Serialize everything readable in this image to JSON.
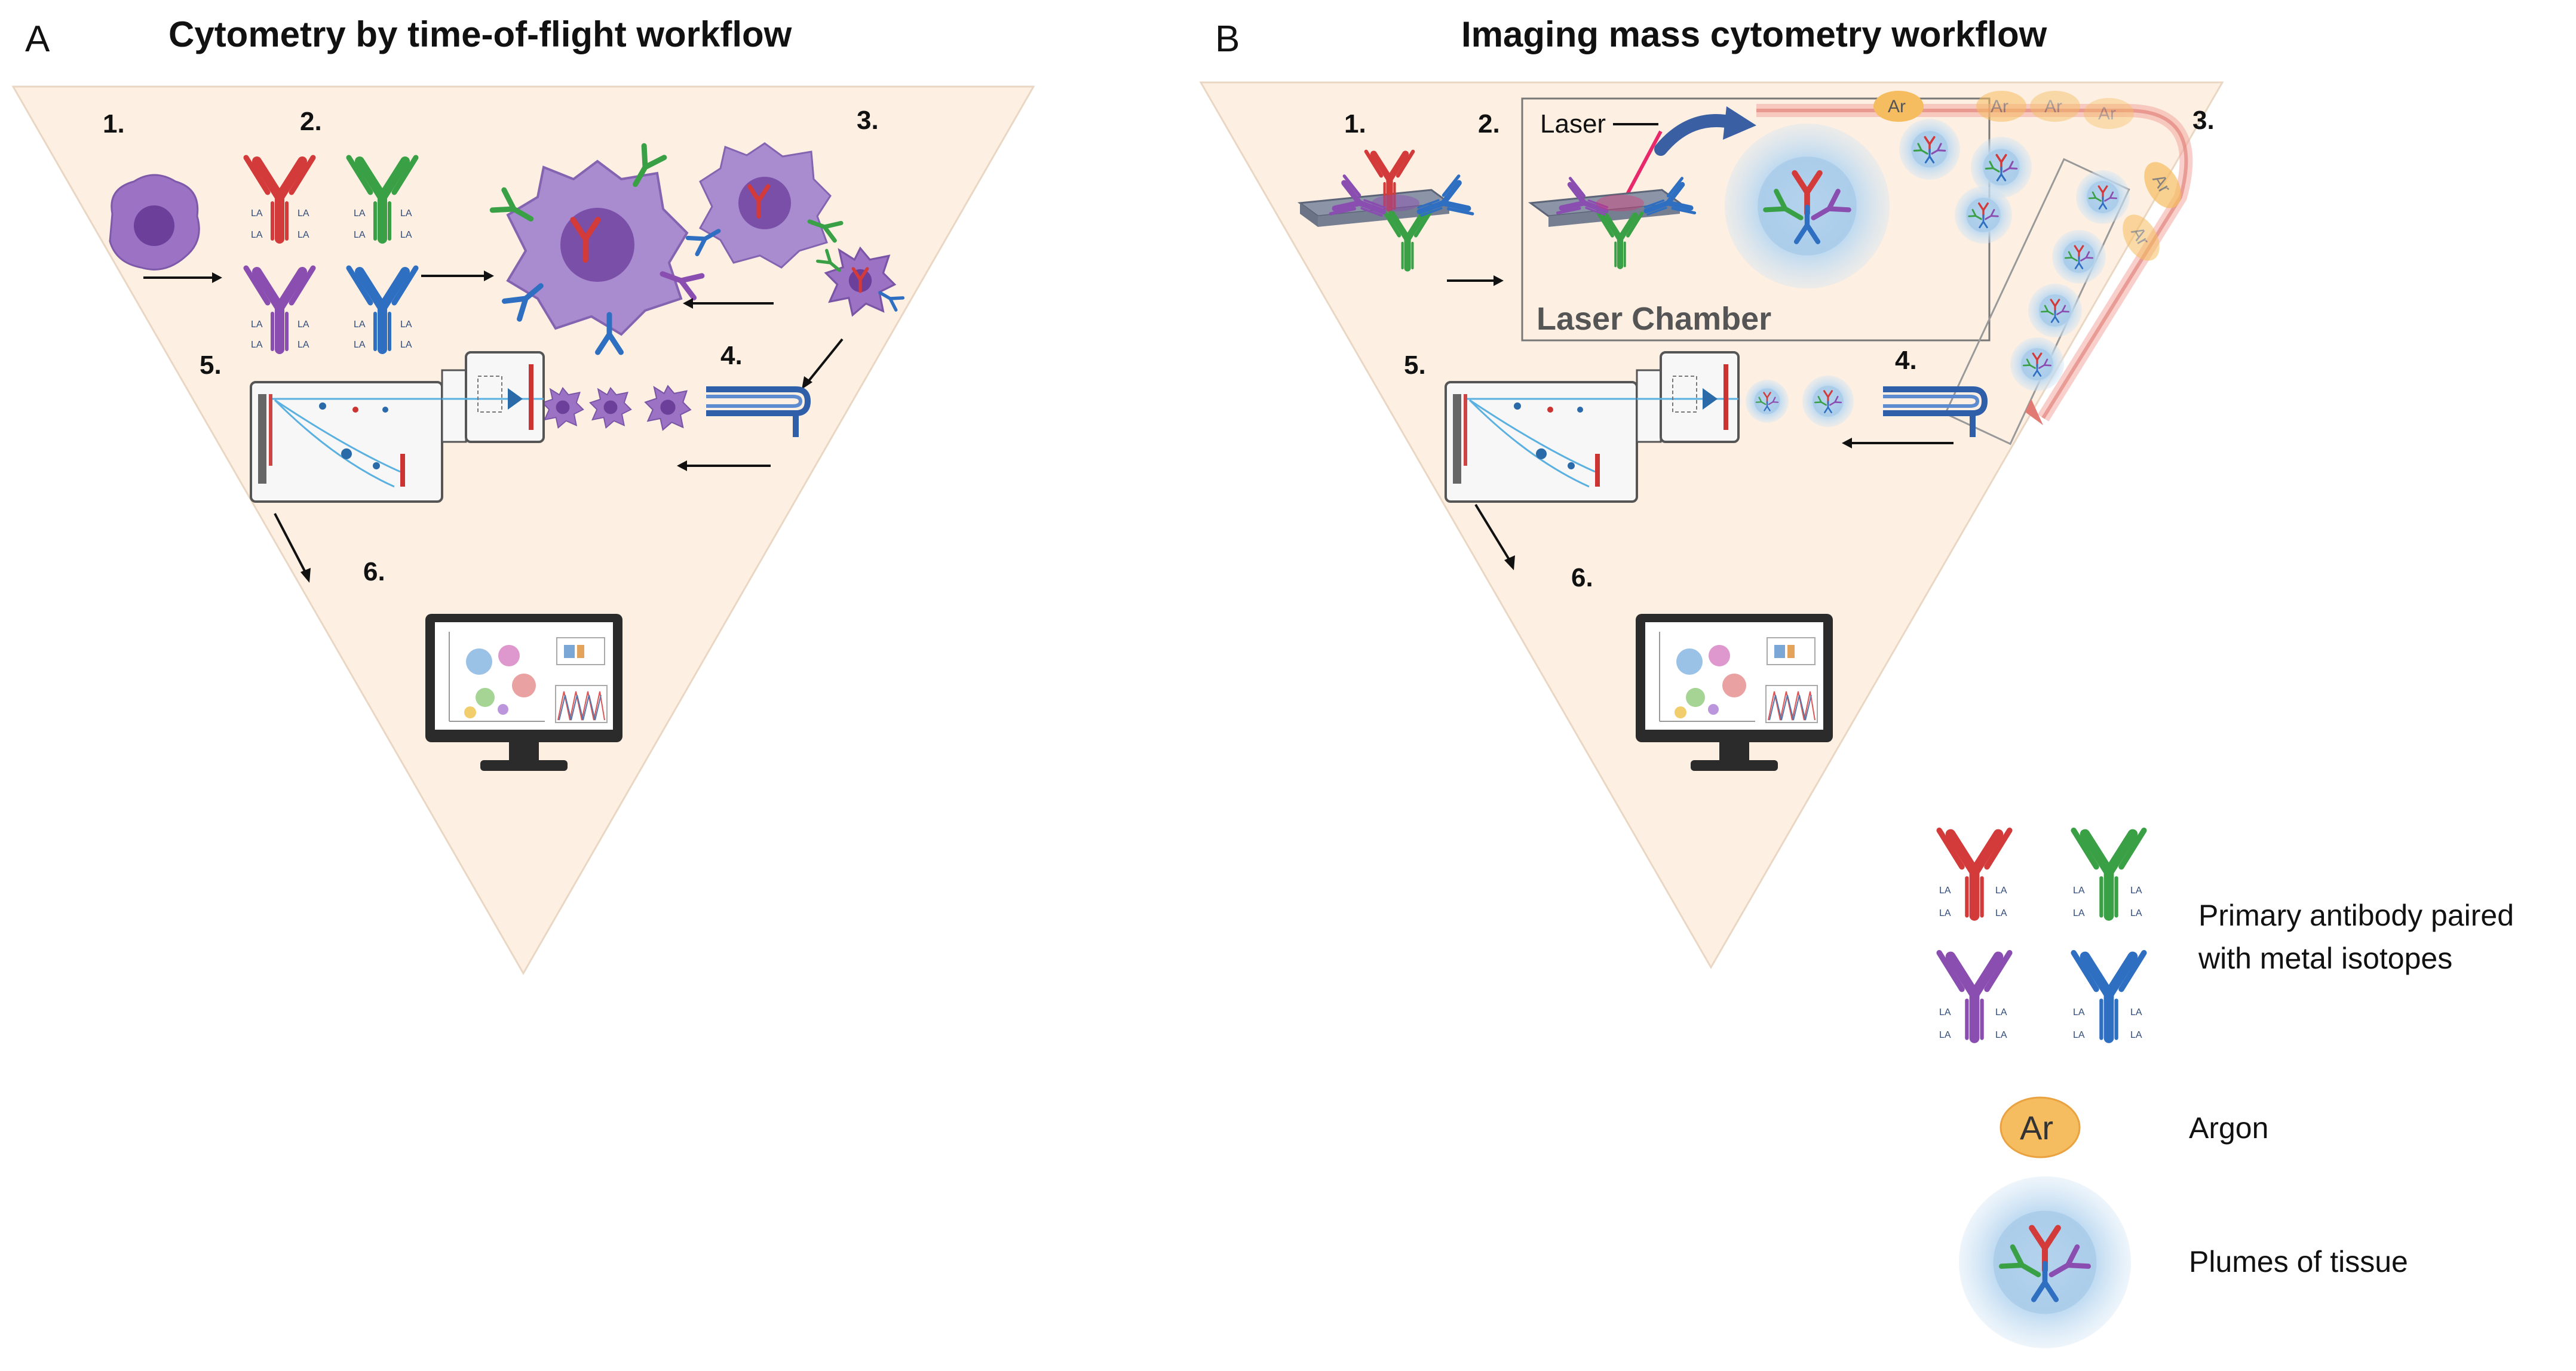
{
  "panel_a": {
    "letter": "A",
    "title": "Cytometry by time-of-flight workflow",
    "steps": [
      "1.",
      "2.",
      "3.",
      "4.",
      "4.",
      "5.",
      "6."
    ]
  },
  "panel_b": {
    "letter": "B",
    "title": "Imaging mass cytometry workflow",
    "steps": [
      "1.",
      "2.",
      "3.",
      "4.",
      "5.",
      "6."
    ],
    "laser_label": "Laser",
    "chamber_label": "Laser Chamber",
    "argon_symbol": "Ar"
  },
  "legend": {
    "antibody_label_line1": "Primary antibody paired",
    "antibody_label_line2": "with metal isotopes",
    "argon_symbol": "Ar",
    "argon_label": "Argon",
    "plume_label": "Plumes of tissue"
  },
  "antibody_tag": "LA",
  "colors": {
    "triangle_fill": "#fdf0e3",
    "triangle_stroke": "#e9d7c4",
    "ab_red": "#d33a3a",
    "ab_green": "#3aa046",
    "ab_purple": "#8a4db0",
    "ab_blue": "#2f6fc2",
    "cell_purple": "#9b72c4",
    "argon_fill": "#f6bd60",
    "plume_blue": "#a9cdea"
  }
}
